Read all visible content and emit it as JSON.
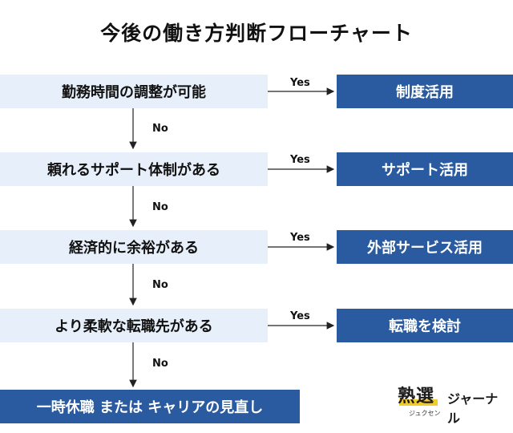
{
  "title": "今後の働き方判断フローチャート",
  "questions": [
    "勤務時間の調整が可能",
    "頼れるサポート体制がある",
    "経済的に余裕がある",
    "より柔軟な転職先がある"
  ],
  "answers": [
    "制度活用",
    "サポート活用",
    "外部サービス活用",
    "転職を検討"
  ],
  "final": "一時休職 または キャリアの見直し",
  "yes_label": "Yes",
  "no_label": "No",
  "logo": {
    "main": "熟選",
    "sub": "ジャーナル",
    "kana": "ジュクセン"
  }
}
